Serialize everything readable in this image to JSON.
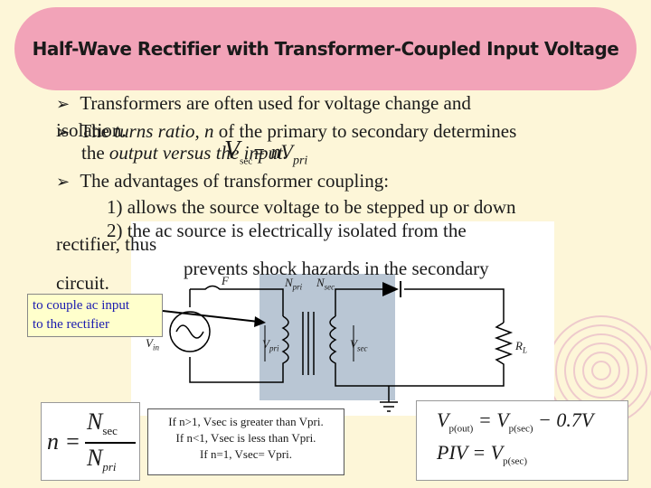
{
  "title": "Half-Wave Rectifier with Transformer-Coupled Input Voltage",
  "bullets": {
    "b1_line1": "Transformers are often used for voltage change and",
    "b1_line2_start": "isolation.",
    "b2_line1": "The turns ratio, n of the primary to secondary determines",
    "b2_line2": "the output versus the input.",
    "b3_line1": "The advantages of transformer coupling:",
    "adv1": "1) allows the source voltage to be stepped up or down",
    "adv2": "2) the ac source is electrically isolated from the",
    "adv2_cont": "rectifier, thus",
    "adv3": "prevents shock hazards in the secondary",
    "adv3_cont": "circuit."
  },
  "overlay_formula": {
    "V": "V",
    "sec": "sec",
    "eq": "= nV",
    "pri": "pri"
  },
  "callout": {
    "line1": "to couple ac input",
    "line2": "to the rectifier"
  },
  "circuit": {
    "fuse": "F",
    "n_pri": "N",
    "n_pri_sub": "pri",
    "n_sec": "N",
    "n_sec_sub": "sec",
    "v_pri": "V",
    "v_pri_sub": "pri",
    "v_sec": "V",
    "v_sec_sub": "sec",
    "v_in": "V",
    "v_in_sub": "in",
    "r_l": "R",
    "r_l_sub": "L"
  },
  "eq_n": {
    "n": "n =",
    "num": "N",
    "num_sub": "sec",
    "den": "N",
    "den_sub": "pri"
  },
  "notes": {
    "line1": "If n>1, Vsec is greater than Vpri.",
    "line2": "If n<1, Vsec is less than Vpri.",
    "line3": "If n=1, Vsec= Vpri."
  },
  "eq_right": {
    "l1_lhs": "V",
    "l1_lhs_sub": "p(out)",
    "l1_eq": "= V",
    "l1_rhs_sub": "p(sec)",
    "l1_tail": "− 0.7V",
    "l2_lhs": "PIV",
    "l2_eq": "= V",
    "l2_rhs_sub": "p(sec)"
  },
  "colors": {
    "title_banner": "#f2a3b8",
    "background": "#fdf6d8",
    "callout_bg": "#ffffcc",
    "callout_text": "#1a1ab0",
    "transformer_bg": "#b9c6d4"
  },
  "icons": {
    "bullet": "arrow-bullet-icon"
  }
}
